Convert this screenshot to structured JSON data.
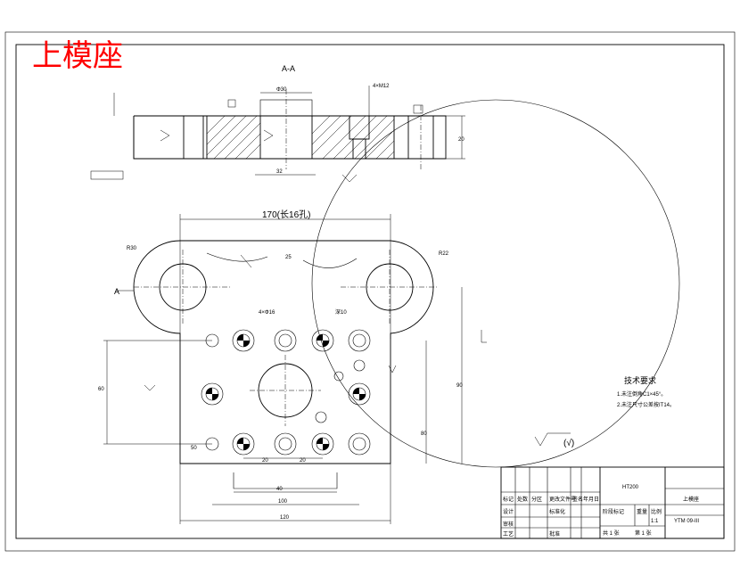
{
  "drawing": {
    "title_overlay": "上模座",
    "section_label": "A-A",
    "view_marker": "A",
    "tech_requirements": {
      "title": "技术要求",
      "items": [
        "1.未注倒角C1×45°。",
        "2.未注尺寸公差按IT14。"
      ]
    },
    "surface_finish": "(√)",
    "dims": {
      "width_top": "170(长16孔)",
      "width_bottom": "120",
      "d_100": "100",
      "d_40": "40",
      "d_20a": "20",
      "d_20b": "20",
      "d_50": "50",
      "d_32": "32",
      "d_60": "60",
      "d_80": "80",
      "d_90": "90",
      "d_25": "25",
      "d_r": "R30",
      "d_r2": "R22",
      "section_w": "Φ30",
      "section_h": "20",
      "hole_note": "4×Φ16",
      "hole_note2": "4×M12",
      "depth": "深10"
    },
    "title_block": {
      "material": "HT200",
      "part_name": "上模座",
      "drawing_no": "YTM 09-III",
      "scale_label": "比例",
      "scale": "1:1",
      "weight_label": "重量",
      "stage_label": "阶段标记",
      "design_label": "设计",
      "check_label": "审核",
      "process_label": "工艺",
      "approve_label": "批准",
      "std_label": "标准化",
      "mark_label": "标记",
      "count_label": "处数",
      "zone_label": "分区",
      "doc_label": "更改文件号",
      "sign_label": "签名",
      "date_label": "年月日",
      "sheets": "共 1 张",
      "sheet": "第 1 张"
    }
  }
}
